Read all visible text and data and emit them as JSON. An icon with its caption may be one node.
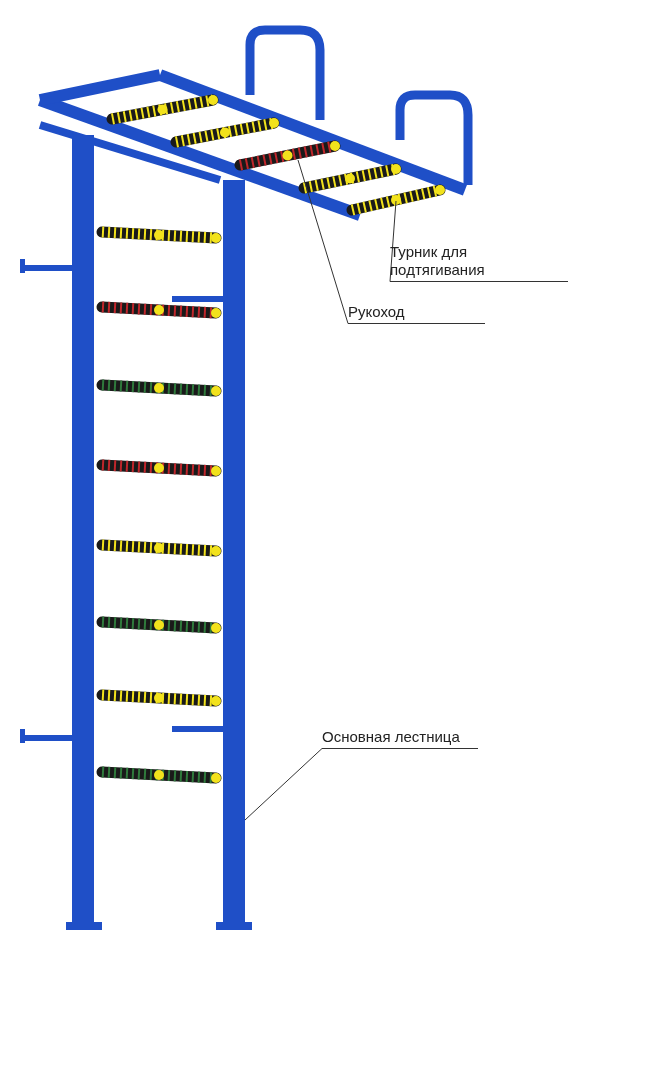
{
  "diagram": {
    "nodes": [
      {
        "text": [
          "Турник для подтягивания"
        ]
      },
      {
        "text": [],
        "shape": "picture"
      },
      {
        "text": [
          "Рукоход"
        ]
      },
      {
        "text": [],
        "shape": "picture"
      },
      {
        "text": [
          "Основная лестница"
        ]
      },
      {
        "text": [],
        "shape": "picture"
      }
    ],
    "edges": [
      {
        "from": 0,
        "to": 1,
        "arrow": "none"
      },
      {
        "from": 2,
        "to": 3,
        "arrow": "none"
      },
      {
        "from": 4,
        "to": 5,
        "arrow": "none"
      }
    ]
  }
}
